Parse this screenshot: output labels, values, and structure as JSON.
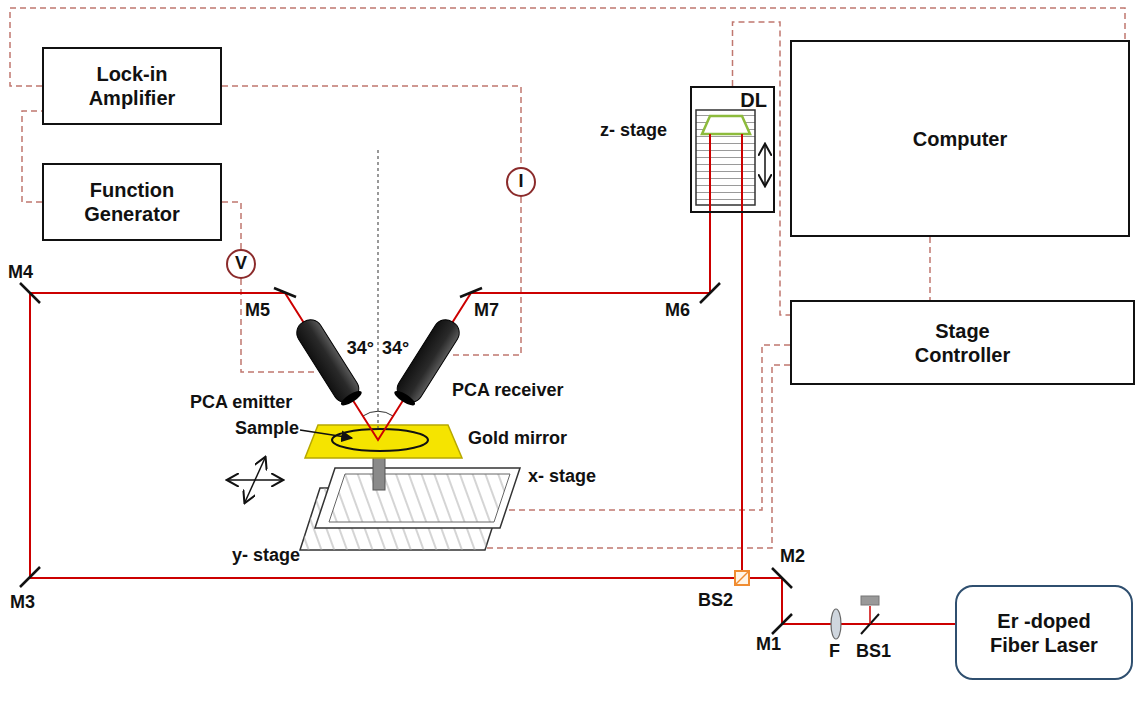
{
  "diagram": {
    "nodes": [
      {
        "text": [
          "Lock-in Amplifier"
        ]
      },
      {
        "text": [
          "Function Generator"
        ]
      },
      {
        "text": [
          "DL"
        ]
      },
      {
        "text": [
          "Computer"
        ]
      },
      {
        "text": [
          "Stage Controller"
        ]
      },
      {
        "text": [
          "V"
        ]
      },
      {
        "text": [
          "I"
        ]
      },
      {
        "text": [
          "Er -doped Fiber Laser"
        ]
      }
    ],
    "edges": [
      {
        "from": 0,
        "to": 3,
        "arrow": "none"
      },
      {
        "from": 1,
        "to": 0,
        "arrow": "none"
      },
      {
        "from": 0,
        "to": 6,
        "arrow": "none"
      },
      {
        "from": 1,
        "to": 5,
        "arrow": "none"
      },
      {
        "from": 2,
        "to": 4,
        "arrow": "none"
      },
      {
        "from": 3,
        "to": 4,
        "arrow": "none"
      }
    ],
    "labels": [
      "M4",
      "M5",
      "34°",
      "34°",
      "PCA emitter",
      "PCA receiver",
      "M7",
      "M6",
      "z- stage",
      "Sample",
      "Gold mirror",
      "x- stage",
      "y- stage",
      "M3",
      "BS2",
      "M2",
      "M1",
      "F",
      "BS1"
    ]
  }
}
